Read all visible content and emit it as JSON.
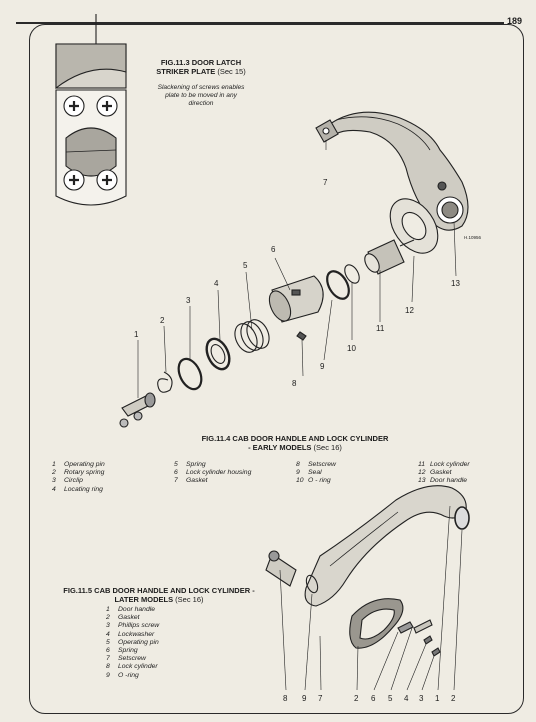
{
  "page_number": "189",
  "fig_11_3": {
    "title": "FIG.11.3 DOOR LATCH",
    "title_2": "STRIKER PLATE",
    "sec": "(Sec 15)",
    "note_1": "Slackening of screws enables",
    "note_2": "plate to be moved in any",
    "note_3": "direction"
  },
  "fig_11_4": {
    "title": "FIG.11.4 CAB DOOR HANDLE AND LOCK CYLINDER",
    "title_2": "- EARLY MODELS",
    "sec": "(Sec 16)",
    "drawing_ref": "H.10956",
    "callouts": [
      "1",
      "2",
      "3",
      "4",
      "5",
      "6",
      "7",
      "8",
      "9",
      "10",
      "11",
      "12",
      "13"
    ],
    "legend": [
      {
        "num": "1",
        "label": "Operating pin"
      },
      {
        "num": "2",
        "label": "Rotary spring"
      },
      {
        "num": "3",
        "label": "Circlip"
      },
      {
        "num": "4",
        "label": "Locating ring"
      },
      {
        "num": "5",
        "label": "Spring"
      },
      {
        "num": "6",
        "label": "Lock cylinder housing"
      },
      {
        "num": "7",
        "label": "Gasket"
      },
      {
        "num": "8",
        "label": "Setscrew"
      },
      {
        "num": "9",
        "label": "Seal"
      },
      {
        "num": "10",
        "label": "O - ring"
      },
      {
        "num": "11",
        "label": "Lock cylinder"
      },
      {
        "num": "12",
        "label": "Gasket"
      },
      {
        "num": "13",
        "label": "Door handle"
      }
    ]
  },
  "fig_11_5": {
    "title": "FIG.11.5 CAB DOOR HANDLE AND LOCK CYLINDER -",
    "title_2": "LATER MODELS",
    "sec": "(Sec 16)",
    "bottom_callouts": [
      "8",
      "9",
      "7",
      "2",
      "6",
      "5",
      "4",
      "3",
      "1",
      "2"
    ],
    "legend": [
      {
        "num": "1",
        "label": "Door handle"
      },
      {
        "num": "2",
        "label": "Gasket"
      },
      {
        "num": "3",
        "label": "Phillips screw"
      },
      {
        "num": "4",
        "label": "Lockwasher"
      },
      {
        "num": "5",
        "label": "Operating pin"
      },
      {
        "num": "6",
        "label": "Spring"
      },
      {
        "num": "7",
        "label": "Setscrew"
      },
      {
        "num": "8",
        "label": "Lock cylinder"
      },
      {
        "num": "9",
        "label": "O -ring"
      }
    ]
  }
}
